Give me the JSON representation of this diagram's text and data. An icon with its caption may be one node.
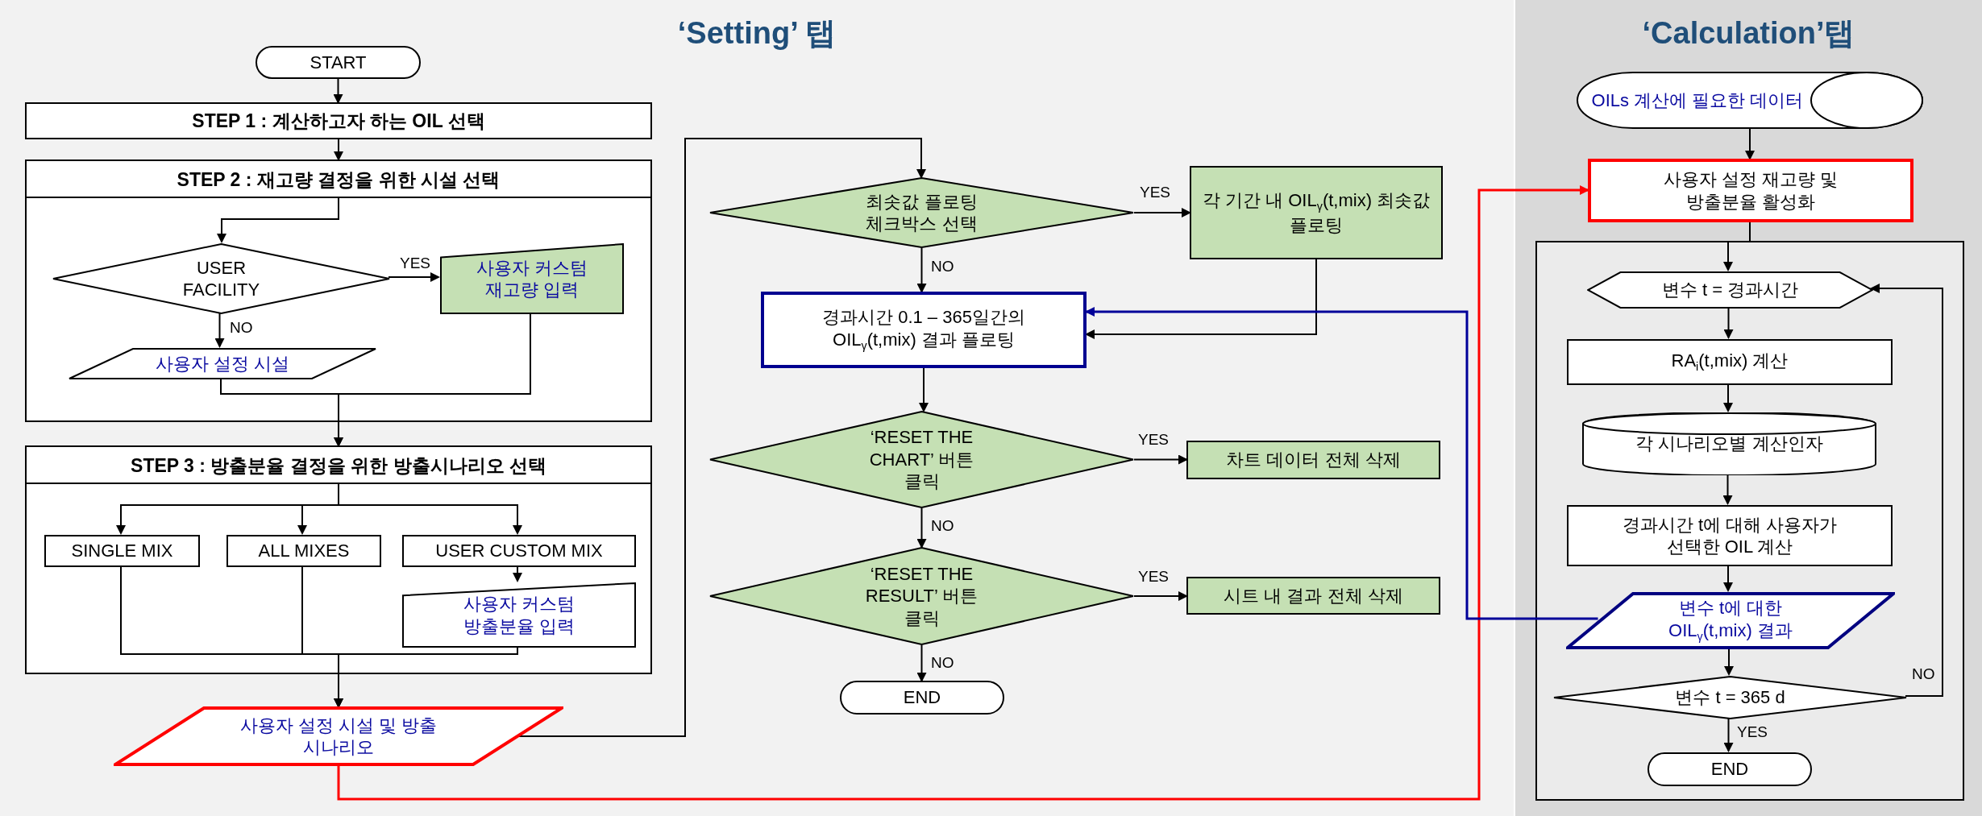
{
  "diagram": {
    "nodes": [
      {
        "text": [
          "‘Setting’ 탭"
        ]
      },
      {
        "text": [
          "START"
        ],
        "in": 0
      },
      {
        "text": [
          "STEP 1 : 계산하고자 하는 OIL 선택"
        ],
        "in": 0
      },
      {
        "text": [
          "STEP 2 : 재고량 결정을 위한 시설 선택"
        ],
        "in": 0
      },
      {
        "text": [
          "USER FACILITY"
        ],
        "in": 3
      },
      {
        "text": [
          "사용자 커스텀 재고량 입력"
        ],
        "in": 3
      },
      {
        "text": [
          "사용자 설정 시설"
        ],
        "in": 3
      },
      {
        "text": [
          "STEP 3 : 방출분율 결정을 위한 방출시나리오 선택"
        ],
        "in": 0
      },
      {
        "text": [
          "SINGLE MIX"
        ],
        "in": 7
      },
      {
        "text": [
          "ALL MIXES"
        ],
        "in": 7
      },
      {
        "text": [
          "USER CUSTOM MIX"
        ],
        "in": 7
      },
      {
        "text": [
          "사용자 커스텀 방출분율 입력"
        ],
        "in": 7
      },
      {
        "text": [
          "사용자 설정 시설 및 방출 시나리오"
        ],
        "in": 0
      },
      {
        "text": [
          "최솟값 플로팅 체크박스 선택"
        ],
        "in": 0
      },
      {
        "text": [
          "각 기간 내 OIL$_{γ}$(t,mix) 최솟값 플로팅"
        ],
        "in": 0
      },
      {
        "text": [
          "경과시간 0.1 – 365일간의 OIL$_{γ}$(t,mix) 결과 플로팅"
        ],
        "in": 0
      },
      {
        "text": [
          "‘RESET THE CHART’ 버튼 클릭"
        ],
        "in": 0
      },
      {
        "text": [
          "차트 데이터 전체 삭제"
        ],
        "in": 0
      },
      {
        "text": [
          "‘RESET THE RESULT’ 버튼 클릭"
        ],
        "in": 0
      },
      {
        "text": [
          "시트 내 결과 전체 삭제"
        ],
        "in": 0
      },
      {
        "text": [
          "END"
        ],
        "in": 0
      },
      {
        "text": [
          "‘Calculation’탭"
        ]
      },
      {
        "text": [
          "OILs 계산에 필요한 데이터"
        ],
        "in": 21
      },
      {
        "text": [
          "사용자 설정 재고량 및 방출분율 활성화"
        ],
        "in": 21
      },
      {
        "text": [],
        "shape": "box",
        "in": 21
      },
      {
        "text": [
          "변수 t = 경과시간"
        ],
        "in": 24
      },
      {
        "text": [
          "RA$_{i}$(t,mix) 계산"
        ],
        "in": 24
      },
      {
        "text": [
          "각 시나리오별 계산인자"
        ],
        "in": 24
      },
      {
        "text": [
          "경과시간 t에 대해 사용자가 선택한 OIL 계산"
        ],
        "in": 24
      },
      {
        "text": [
          "변수 t에 대한 OIL$_{γ}$(t,mix) 결과"
        ],
        "in": 24
      },
      {
        "text": [
          "변수 t = 365 d"
        ],
        "in": 24
      },
      {
        "text": [
          "END"
        ],
        "in": 24
      }
    ],
    "edges": [
      {
        "from": 1,
        "to": 2,
        "arrow": "to"
      },
      {
        "from": 2,
        "to": 3,
        "arrow": "to"
      },
      {
        "from": 3,
        "to": 4,
        "arrow": "to"
      },
      {
        "from": 4,
        "to": 5,
        "arrow": "to",
        "label": "YES"
      },
      {
        "from": 4,
        "to": 6,
        "arrow": "to",
        "label": "NO"
      },
      {
        "from": 6,
        "to": 7,
        "arrow": "to"
      },
      {
        "from": 5,
        "to": 7,
        "arrow": "to"
      },
      {
        "from": 7,
        "to": 8,
        "arrow": "to"
      },
      {
        "from": 7,
        "to": 9,
        "arrow": "to"
      },
      {
        "from": 7,
        "to": 10,
        "arrow": "to"
      },
      {
        "from": 10,
        "to": 11,
        "arrow": "to"
      },
      {
        "from": 8,
        "to": 12,
        "arrow": "to"
      },
      {
        "from": 9,
        "to": 12,
        "arrow": "to"
      },
      {
        "from": 11,
        "to": 12,
        "arrow": "to"
      },
      {
        "from": 12,
        "to": 13,
        "arrow": "to"
      },
      {
        "from": 13,
        "to": 14,
        "arrow": "to",
        "label": "YES"
      },
      {
        "from": 13,
        "to": 15,
        "arrow": "to",
        "label": "NO"
      },
      {
        "from": 14,
        "to": 15,
        "arrow": "to"
      },
      {
        "from": 15,
        "to": 16,
        "arrow": "to"
      },
      {
        "from": 16,
        "to": 17,
        "arrow": "to",
        "label": "YES"
      },
      {
        "from": 16,
        "to": 18,
        "arrow": "to",
        "label": "NO"
      },
      {
        "from": 18,
        "to": 19,
        "arrow": "to",
        "label": "YES"
      },
      {
        "from": 18,
        "to": 20,
        "arrow": "to",
        "label": "NO"
      },
      {
        "from": 12,
        "to": 23,
        "arrow": "to",
        "color": "#ff0000"
      },
      {
        "from": 22,
        "to": 23,
        "arrow": "to"
      },
      {
        "from": 23,
        "to": 25,
        "arrow": "to"
      },
      {
        "from": 25,
        "to": 26,
        "arrow": "to"
      },
      {
        "from": 26,
        "to": 27,
        "arrow": "to"
      },
      {
        "from": 27,
        "to": 28,
        "arrow": "to"
      },
      {
        "from": 28,
        "to": 29,
        "arrow": "to"
      },
      {
        "from": 29,
        "to": 15,
        "arrow": "to",
        "color": "#000099"
      },
      {
        "from": 29,
        "to": 30,
        "arrow": "to"
      },
      {
        "from": 30,
        "to": 25,
        "arrow": "to",
        "label": "NO"
      },
      {
        "from": 30,
        "to": 31,
        "arrow": "to",
        "label": "YES"
      }
    ]
  }
}
